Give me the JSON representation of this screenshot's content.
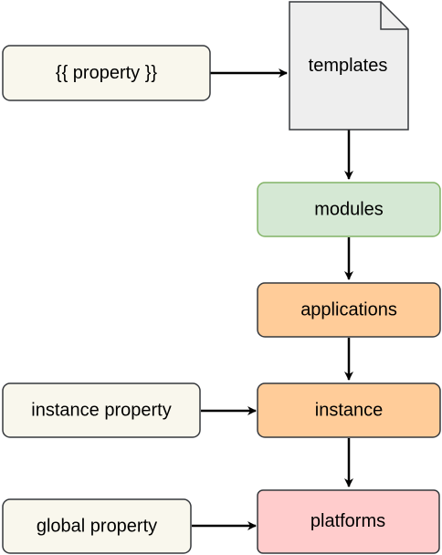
{
  "nodes": {
    "property_template": {
      "label": "{{ property }}",
      "fill": "#f9f7ed",
      "stroke": "#36393d"
    },
    "templates": {
      "label": "templates",
      "fill": "#eeeeee",
      "stroke": "#36393d"
    },
    "modules": {
      "label": "modules",
      "fill": "#d5e8d4",
      "stroke": "#82b366"
    },
    "applications": {
      "label": "applications",
      "fill": "#ffcc99",
      "stroke": "#36393d"
    },
    "instance_property": {
      "label": "instance property",
      "fill": "#f9f7ed",
      "stroke": "#36393d"
    },
    "instance": {
      "label": "instance",
      "fill": "#ffcc99",
      "stroke": "#36393d"
    },
    "global_property": {
      "label": "global property",
      "fill": "#f9f7ed",
      "stroke": "#36393d"
    },
    "platforms": {
      "label": "platforms",
      "fill": "#ffcccc",
      "stroke": "#36393d"
    }
  },
  "edges": [
    {
      "from": "{{ property }}",
      "to": "templates"
    },
    {
      "from": "templates",
      "to": "modules"
    },
    {
      "from": "modules",
      "to": "applications"
    },
    {
      "from": "applications",
      "to": "instance"
    },
    {
      "from": "instance property",
      "to": "instance"
    },
    {
      "from": "instance",
      "to": "platforms"
    },
    {
      "from": "global property",
      "to": "platforms"
    }
  ],
  "colors": {
    "edge": "#000000"
  }
}
